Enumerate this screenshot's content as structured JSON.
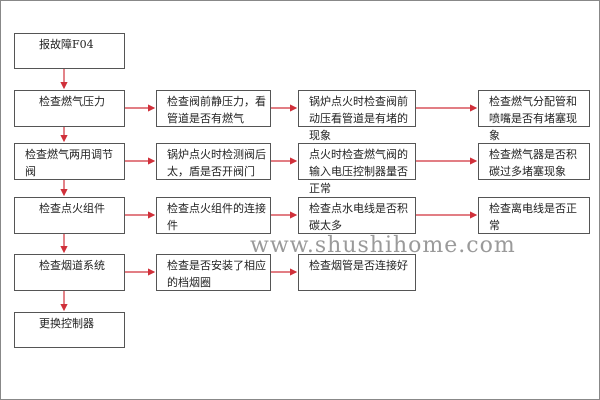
{
  "flowchart": {
    "start": "报故障F04",
    "steps": [
      {
        "main": "检查燃气压力",
        "checks": [
          "检查阀前静压力，看管道是否有燃气",
          "锅炉点火时检查阀前动压看管道是有堵的现象",
          "检查燃气分配管和喷嘴是否有堵塞现象"
        ]
      },
      {
        "main": "检查燃气两用调节阀",
        "checks": [
          "锅炉点火时检测阀后太，盾是否开阀门",
          "点火时检查燃气阀的输入电压控制器量否正常",
          "检查燃气器是否积碳过多堵塞现象"
        ]
      },
      {
        "main": "检查点火组件",
        "checks": [
          "检查点火组件的连接件",
          "检查点水电线是否积碳太多",
          "检查离电线是否正常"
        ]
      },
      {
        "main": "检查烟道系统",
        "checks": [
          "检查是否安装了相应的档烟圈",
          "检查烟管是否连接好"
        ]
      }
    ],
    "end": "更换控制器"
  },
  "watermark": "www.shushihome.com",
  "colors": {
    "arrow": "#d0303a",
    "border": "#555555"
  }
}
